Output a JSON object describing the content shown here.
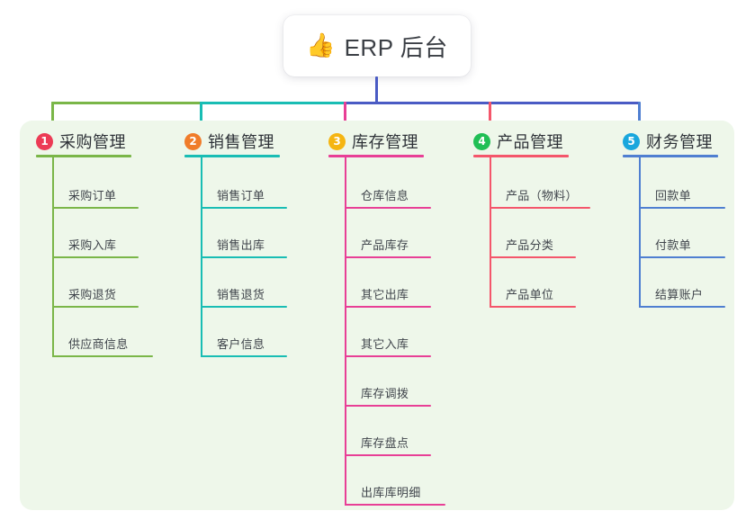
{
  "title": {
    "icon": "thumbs-up-icon",
    "emoji": "👍",
    "text": "ERP 后台"
  },
  "theme": {
    "panel_bg": "#eef7ea",
    "page_bg": "#ffffff",
    "trunk_color": "#4a5bc4",
    "text_color": "#2e3238"
  },
  "connectors": {
    "trunk_label": "root-trunk",
    "bar_segments": [
      {
        "name": "bar-segment-green",
        "color": "#76b852"
      },
      {
        "name": "bar-segment-teal",
        "color": "#19bdb4"
      },
      {
        "name": "bar-segment-indigo",
        "color": "#4a5bc4"
      }
    ]
  },
  "columns": [
    {
      "index": "1",
      "key": "purchase",
      "title": "采购管理",
      "color": "#7ab648",
      "badge_color": "#ec3b55",
      "items": [
        "采购订单",
        "采购入库",
        "采购退货",
        "供应商信息"
      ]
    },
    {
      "index": "2",
      "key": "sales",
      "title": "销售管理",
      "color": "#19bdb4",
      "badge_color": "#f07c2a",
      "items": [
        "销售订单",
        "销售出库",
        "销售退货",
        "客户信息"
      ]
    },
    {
      "index": "3",
      "key": "inventory",
      "title": "库存管理",
      "color": "#e83f96",
      "badge_color": "#f5b512",
      "items": [
        "仓库信息",
        "产品库存",
        "其它出库",
        "其它入库",
        "库存调拨",
        "库存盘点",
        "出库库明细"
      ]
    },
    {
      "index": "4",
      "key": "product",
      "title": "产品管理",
      "color": "#f4566b",
      "badge_color": "#20bf55",
      "items": [
        "产品（物料）",
        "产品分类",
        "产品单位"
      ]
    },
    {
      "index": "5",
      "key": "finance",
      "title": "财务管理",
      "color": "#4f7fd1",
      "badge_color": "#19a7dd",
      "items": [
        "回款单",
        "付款单",
        "结算账户"
      ]
    }
  ]
}
